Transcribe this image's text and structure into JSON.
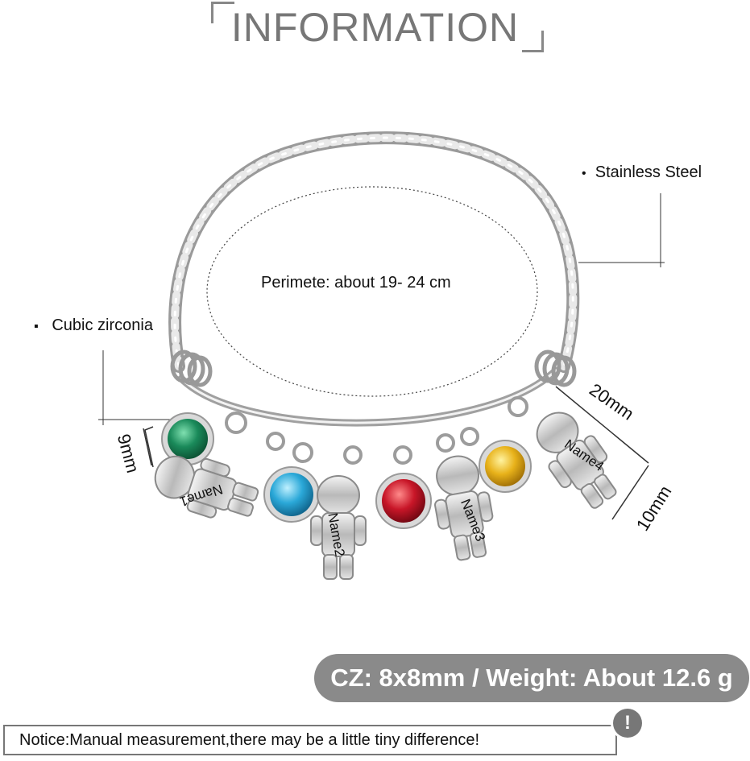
{
  "header": {
    "title": "INFORMATION"
  },
  "callouts": {
    "material": "Stainless Steel",
    "stone": "Cubic zirconia",
    "perimeter": "Perimete: about  19- 24 cm",
    "dim_width": "20mm",
    "dim_height": "10mm",
    "dim_stone": "9mm"
  },
  "charms": [
    {
      "name": "Name1",
      "stone_color": "#1a8a5a"
    },
    {
      "name": "Name2",
      "stone_color": "#2aa8d8"
    },
    {
      "name": "Name3",
      "stone_color": "#c81628"
    },
    {
      "name": "Name4",
      "stone_color": "#e8b21a"
    }
  ],
  "specs": {
    "text": "CZ: 8x8mm / Weight: About 12.6 g"
  },
  "notice": {
    "text": "Notice:Manual measurement,there may be a little tiny difference!",
    "icon": "exclamation-icon"
  }
}
